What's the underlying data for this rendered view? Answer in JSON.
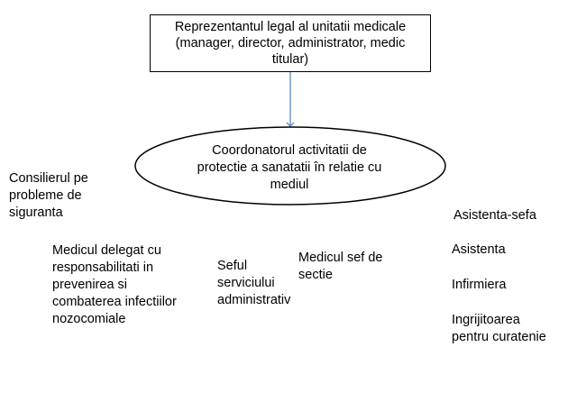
{
  "top_box": {
    "text": "Reprezentantul legal al unitatii medicale\n(manager, director, administrator, medic\ntitular)"
  },
  "ellipse": {
    "text": "Coordonatorul activitatii de\nprotectie a sanatatii în relatie cu\nmediul"
  },
  "labels": {
    "consilier": "Consilierul pe\nprobleme de\nsiguranta",
    "medicul_delegat": "Medicul delegat cu\nresponsabilitati in\nprevenirea si\ncombaterea infectiilor\nnozocomiale",
    "seful": "Seful\nserviciului\nadministrativ",
    "medicul_sef": "Medicul sef de\nsectie",
    "asistenta_sefa": "Asistenta-sefa",
    "asistenta": "Asistenta",
    "infirmiera": "Infirmiera",
    "ingrijitoarea": "Ingrijitoarea\npentru curatenie"
  },
  "colors": {
    "arrow": "#4a7ebb",
    "stroke": "#000000"
  }
}
